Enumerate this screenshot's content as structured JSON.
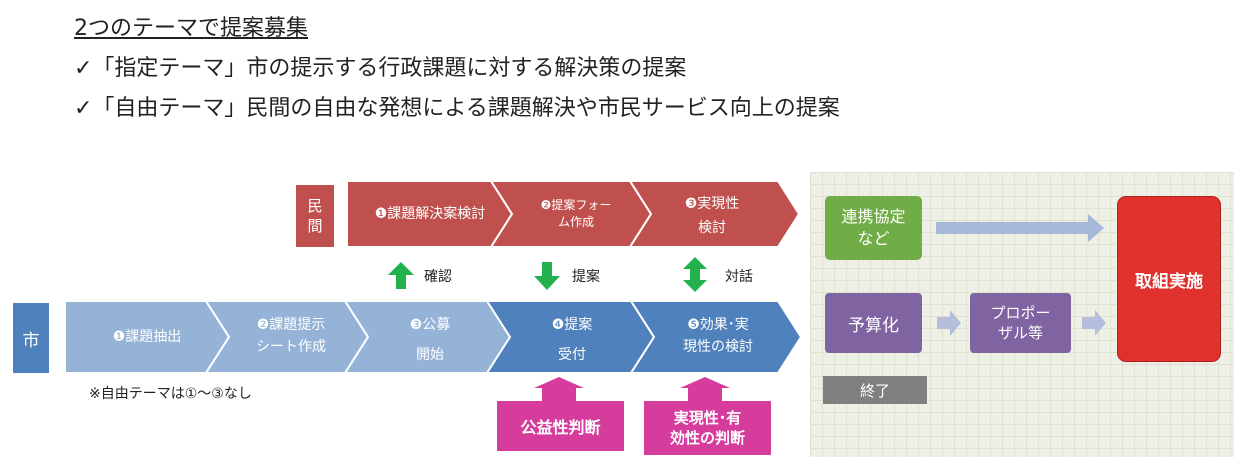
{
  "header": {
    "title": "2つのテーマで提案募集",
    "bullets": [
      "✓「指定テーマ」市の提示する行政課題に対する解決策の提案",
      "✓「自由テーマ」民間の自由な発想による課題解決や市民サービス向上の提案"
    ]
  },
  "min_label": "民\n間",
  "shi_label": "市",
  "min_steps": [
    {
      "num": "❶",
      "text": "課題解決案検討"
    },
    {
      "num": "❷",
      "text": "提案フォー\nム作成"
    },
    {
      "num": "❸",
      "text": "実現性\n検討"
    }
  ],
  "shi_steps": [
    {
      "num": "❶",
      "text": "課題抽出"
    },
    {
      "num": "❷",
      "text": "課題提示\nシート作成"
    },
    {
      "num": "❸",
      "text": "公募\n開始"
    },
    {
      "num": "❹",
      "text": "提案\n受付"
    },
    {
      "num": "❺",
      "text": "効果･実\n現性の検討"
    }
  ],
  "interaction_labels": [
    "確認",
    "提案",
    "対話"
  ],
  "note": "※自由テーマは①～③なし",
  "judgments": [
    "公益性判断",
    "実現性･有\n効性の判断"
  ],
  "outcomes": {
    "agreement": "連携協定\nなど",
    "budget": "予算化",
    "proposal": "プロポー\nザル等",
    "implement": "取組実施",
    "end": "終了"
  },
  "colors": {
    "min": "#c0504d",
    "shi_light": "#95b3d7",
    "shi_dark": "#4f81bd",
    "green": "#70ad47",
    "purple": "#8064a2",
    "red": "#e0312d",
    "magenta": "#d63c9c"
  }
}
